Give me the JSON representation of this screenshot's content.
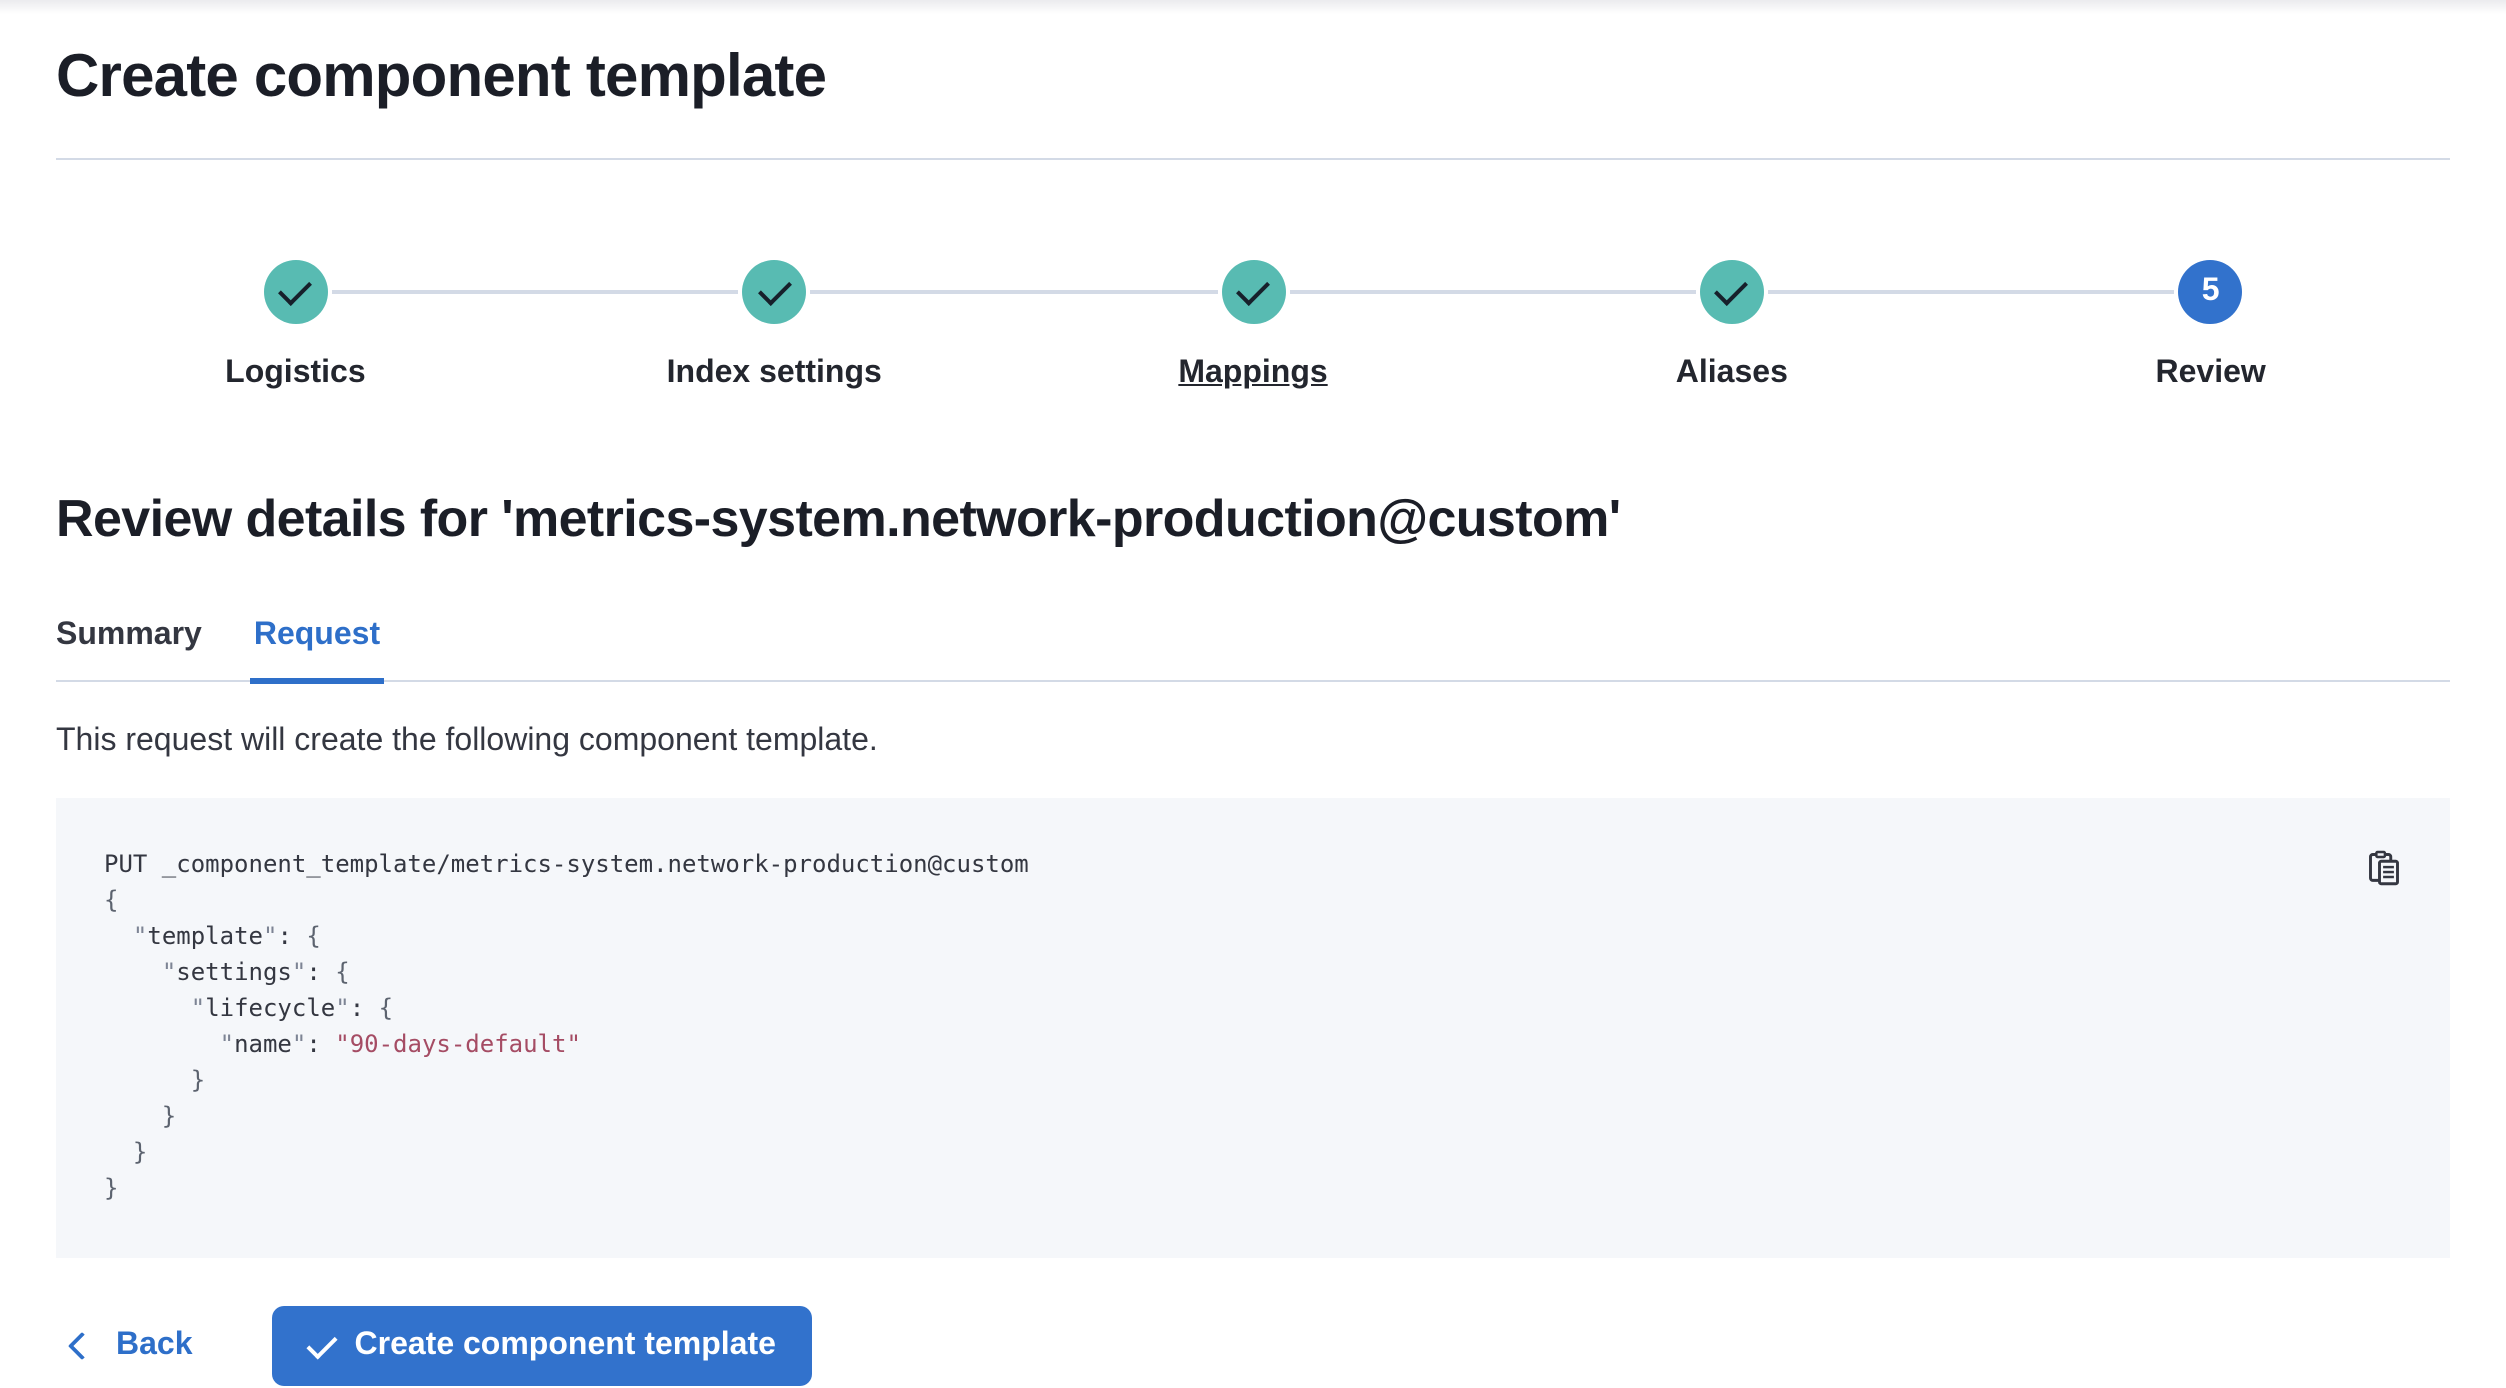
{
  "page": {
    "title": "Create component template"
  },
  "steps": {
    "items": [
      {
        "label": "Logistics",
        "status": "complete",
        "underline": false
      },
      {
        "label": "Index settings",
        "status": "complete",
        "underline": false
      },
      {
        "label": "Mappings",
        "status": "complete",
        "underline": true
      },
      {
        "label": "Aliases",
        "status": "complete",
        "underline": false
      },
      {
        "label": "Review",
        "status": "current",
        "number": "5",
        "underline": false
      }
    ]
  },
  "review": {
    "heading": "Review details for 'metrics-system.network-production@custom'",
    "tabs": [
      {
        "label": "Summary",
        "active": false
      },
      {
        "label": "Request",
        "active": true
      }
    ],
    "description": "This request will create the following component template."
  },
  "code_block": {
    "copy_icon": "copy-clipboard-icon",
    "lines": [
      [
        [
          "t",
          "PUT _component_template/metrics-system.network-production@custom"
        ]
      ],
      [
        [
          "p",
          "{"
        ]
      ],
      [
        [
          "t",
          "  "
        ],
        [
          "q",
          "\""
        ],
        [
          "k",
          "template"
        ],
        [
          "q",
          "\""
        ],
        [
          "t",
          ": "
        ],
        [
          "p",
          "{"
        ]
      ],
      [
        [
          "t",
          "    "
        ],
        [
          "q",
          "\""
        ],
        [
          "k",
          "settings"
        ],
        [
          "q",
          "\""
        ],
        [
          "t",
          ": "
        ],
        [
          "p",
          "{"
        ]
      ],
      [
        [
          "t",
          "      "
        ],
        [
          "q",
          "\""
        ],
        [
          "k",
          "lifecycle"
        ],
        [
          "q",
          "\""
        ],
        [
          "t",
          ": "
        ],
        [
          "p",
          "{"
        ]
      ],
      [
        [
          "t",
          "        "
        ],
        [
          "q",
          "\""
        ],
        [
          "k",
          "name"
        ],
        [
          "q",
          "\""
        ],
        [
          "t",
          ": "
        ],
        [
          "s",
          "\"90-days-default\""
        ]
      ],
      [
        [
          "p",
          "      }"
        ]
      ],
      [
        [
          "p",
          "    }"
        ]
      ],
      [
        [
          "p",
          "  }"
        ]
      ],
      [
        [
          "p",
          "}"
        ]
      ]
    ]
  },
  "footer": {
    "back_label": "Back",
    "create_label": "Create component template"
  },
  "colors": {
    "primary_blue": "#3272CC",
    "link_blue": "#2E6FC9",
    "step_complete_teal": "#58BBB2",
    "connector_gray": "#D3DAE6",
    "code_background": "#F5F7FA",
    "code_string": "#A54C64",
    "text_dark": "#343741",
    "heading_dark": "#1B1E27"
  }
}
